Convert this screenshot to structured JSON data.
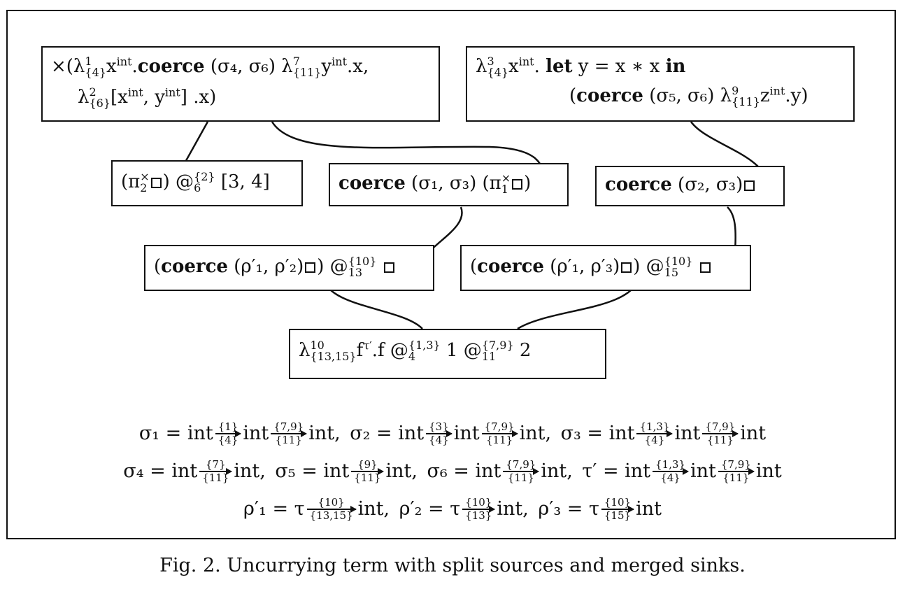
{
  "boxes": {
    "src1_line1_a": "×(λ",
    "src1_line1_sup": "1",
    "src1_line1_sub": "{4}",
    "src1_line1_b": "x",
    "src1_line1_int": "int",
    "src1_line1_c": ".",
    "src1_line1_kw": "coerce",
    "src1_line1_d": " (σ₄, σ₆) λ",
    "src1_line1_sup2": "7",
    "src1_line1_sub2": "{11}",
    "src1_line1_e": "y",
    "src1_line1_int2": "int",
    "src1_line1_f": ".x,",
    "src1_line2_a": "λ",
    "src1_line2_sup": "2",
    "src1_line2_sub": "{6}",
    "src1_line2_b": "[x",
    "src1_line2_int": "int",
    "src1_line2_c": ", y",
    "src1_line2_int2": "int",
    "src1_line2_d": "] .x)",
    "src2_line1_a": "λ",
    "src2_line1_sup": "3",
    "src2_line1_sub": "{4}",
    "src2_line1_b": "x",
    "src2_line1_int": "int",
    "src2_line1_c": ". ",
    "src2_line1_kw1": "let",
    "src2_line1_d": " y = x ∗ x ",
    "src2_line1_kw2": "in",
    "src2_line2_a": "(",
    "src2_line2_kw": "coerce",
    "src2_line2_b": " (σ₅, σ₆) λ",
    "src2_line2_sup": "9",
    "src2_line2_sub": "{11}",
    "src2_line2_c": "z",
    "src2_line2_int": "int",
    "src2_line2_d": ".y)",
    "mid1_a": "(π",
    "mid1_sup": "×",
    "mid1_sub": "2",
    "mid1_b": ") @",
    "mid1_sup2": "{2}",
    "mid1_sub2": "6",
    "mid1_c": " [3, 4]",
    "mid2_kw": "coerce",
    "mid2_a": " (σ₁, σ₃) (π",
    "mid2_sup": "×",
    "mid2_sub": "1",
    "mid2_b": ")",
    "mid3_kw": "coerce",
    "mid3_a": " (σ₂, σ₃)",
    "low1_a": "(",
    "low1_kw": "coerce",
    "low1_b": " (ρ′₁, ρ′₂)",
    "low1_c": ") @",
    "low1_sup": "{10}",
    "low1_sub": "13",
    "low2_a": "(",
    "low2_kw": "coerce",
    "low2_b": " (ρ′₁, ρ′₃)",
    "low2_c": ") @",
    "low2_sup": "{10}",
    "low2_sub": "15",
    "sink_a": "λ",
    "sink_sup": "10",
    "sink_sub": "{13,15}",
    "sink_b": "f",
    "sink_tau": "τ′",
    "sink_c": ".f @",
    "sink_sup2": "{1,3}",
    "sink_sub2": "4",
    "sink_d": " 1 @",
    "sink_sup3": "{7,9}",
    "sink_sub3": "11",
    "sink_e": " 2"
  },
  "equations": [
    [
      {
        "lhs": "σ₁ = int",
        "arrows": [
          {
            "top": "{1}",
            "bot": "{4}"
          },
          {
            "top": "{7,9}",
            "bot": "{11}"
          }
        ],
        "sep": "int",
        "end": "int,"
      },
      {
        "lhs": "σ₂ = int",
        "arrows": [
          {
            "top": "{3}",
            "bot": "{4}"
          },
          {
            "top": "{7,9}",
            "bot": "{11}"
          }
        ],
        "sep": "int",
        "end": "int,"
      },
      {
        "lhs": "σ₃ = int",
        "arrows": [
          {
            "top": "{1,3}",
            "bot": "{4}"
          },
          {
            "top": "{7,9}",
            "bot": "{11}"
          }
        ],
        "sep": "int",
        "end": "int"
      }
    ],
    [
      {
        "lhs": "σ₄ = int",
        "arrows": [
          {
            "top": "{7}",
            "bot": "{11}"
          }
        ],
        "sep": "",
        "end": "int,"
      },
      {
        "lhs": "σ₅ = int",
        "arrows": [
          {
            "top": "{9}",
            "bot": "{11}"
          }
        ],
        "sep": "",
        "end": "int,"
      },
      {
        "lhs": "σ₆ = int",
        "arrows": [
          {
            "top": "{7,9}",
            "bot": "{11}"
          }
        ],
        "sep": "",
        "end": "int,"
      },
      {
        "lhs": "τ′ = int",
        "arrows": [
          {
            "top": "{1,3}",
            "bot": "{4}"
          },
          {
            "top": "{7,9}",
            "bot": "{11}"
          }
        ],
        "sep": "int",
        "end": "int"
      }
    ],
    [
      {
        "lhs": "ρ′₁ = τ",
        "arrows": [
          {
            "top": "{10}",
            "bot": "{13,15}"
          }
        ],
        "sep": "",
        "end": "int,"
      },
      {
        "lhs": "ρ′₂ = τ",
        "arrows": [
          {
            "top": "{10}",
            "bot": "{13}"
          }
        ],
        "sep": "",
        "end": "int,"
      },
      {
        "lhs": "ρ′₃ = τ",
        "arrows": [
          {
            "top": "{10}",
            "bot": "{15}"
          }
        ],
        "sep": "",
        "end": "int"
      }
    ]
  ],
  "caption": "Fig. 2.  Uncurrying term with split sources and merged sinks."
}
